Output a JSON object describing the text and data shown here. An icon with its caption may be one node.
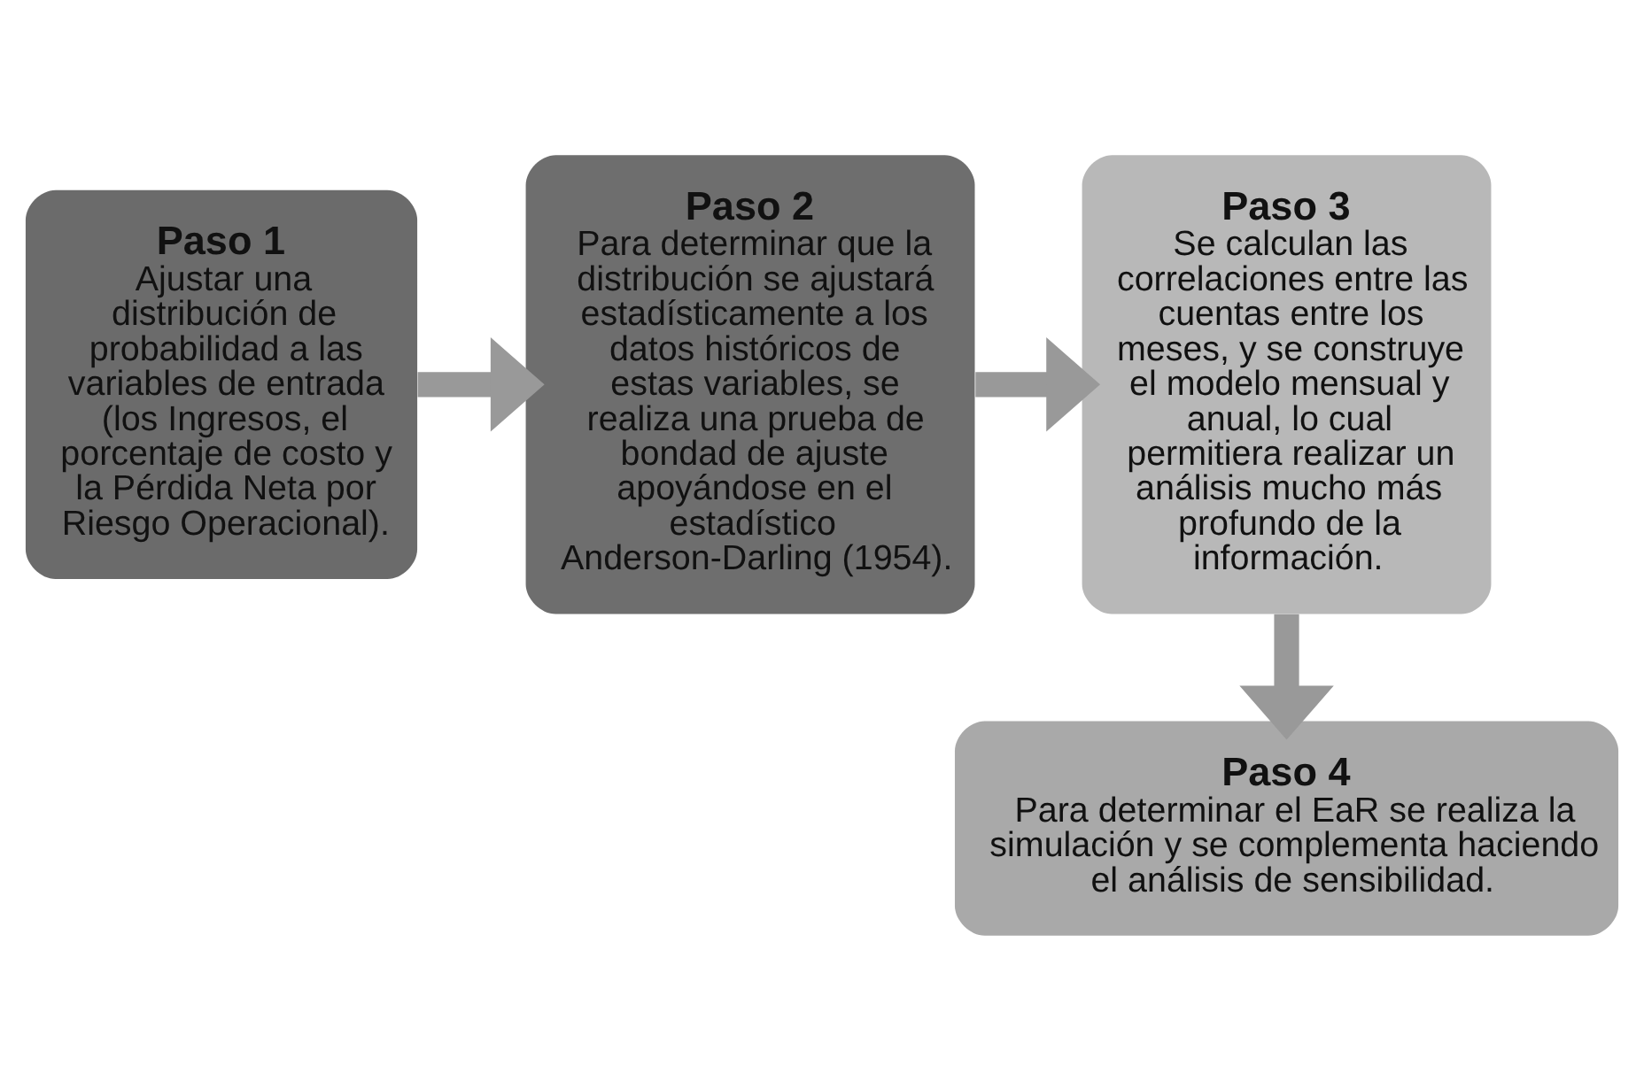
{
  "diagram": {
    "nodes": [
      {
        "text": [
          "Paso 1",
          "Ajustar una distribución de probabilidad a las variables de entrada (los Ingresos, el porcentaje de costo y la Pérdida Neta por Riesgo Operacional)."
        ]
      },
      {
        "text": [
          "Paso 2",
          "Para determinar que la distribución se ajustará estadísticamente a los datos históricos de estas variables, se realiza una prueba de bondad de ajuste apoyándose en el estadístico Anderson-Darling (1954)."
        ]
      },
      {
        "text": [
          "Paso 3",
          "Se calculan las correlaciones entre las cuentas entre los meses, y se construye el modelo mensual y anual, lo cual permitiera realizar un análisis mucho más profundo de la información."
        ]
      },
      {
        "text": [
          "Paso 4",
          "Para determinar el EaR se realiza la simulación y se complementa haciendo el análisis de sensibilidad."
        ]
      }
    ],
    "edges": [
      {
        "from": 0,
        "to": 1,
        "arrow": "to"
      },
      {
        "from": 1,
        "to": 2,
        "arrow": "to"
      },
      {
        "from": 2,
        "to": 3,
        "arrow": "to"
      }
    ]
  }
}
